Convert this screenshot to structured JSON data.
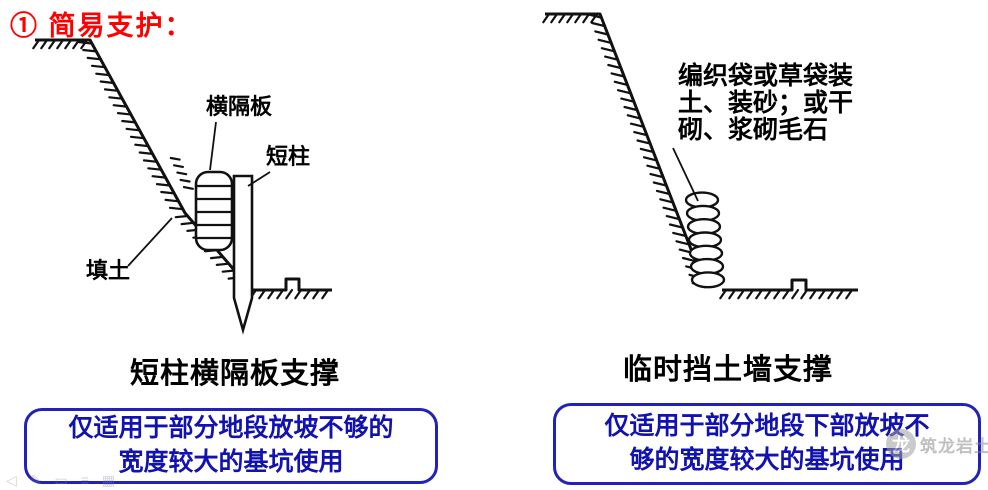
{
  "slide": {
    "title": "① 简易支护：",
    "left_figure": {
      "labels": {
        "board": "横隔板",
        "column": "短柱",
        "fill": "填土"
      },
      "caption": "短柱横隔板支撑",
      "note_lines": [
        "仅适用于部分地段放坡不够的",
        "宽度较大的基坑使用"
      ]
    },
    "right_figure": {
      "label_lines": [
        "编织袋或草袋装",
        "土、装砂；或干",
        "砌、浆砌毛石"
      ],
      "caption": "临时挡土墙支撑",
      "note_lines": [
        "仅适用于部分地段下部放坡不",
        "够的宽度较大的基坑使用"
      ]
    },
    "watermark": {
      "logo_char": "龙",
      "text": "筑龙岩土"
    },
    "ghost_toolbar": {
      "icons": [
        "undo",
        "pencil",
        "rect",
        "lines",
        "grid"
      ]
    },
    "colors": {
      "title_red": "#ff0000",
      "note_blue_border": "#2222bb",
      "note_blue_text": "#1212b0",
      "ink": "#111111",
      "watermark_gray": "#9b9b9b"
    }
  }
}
